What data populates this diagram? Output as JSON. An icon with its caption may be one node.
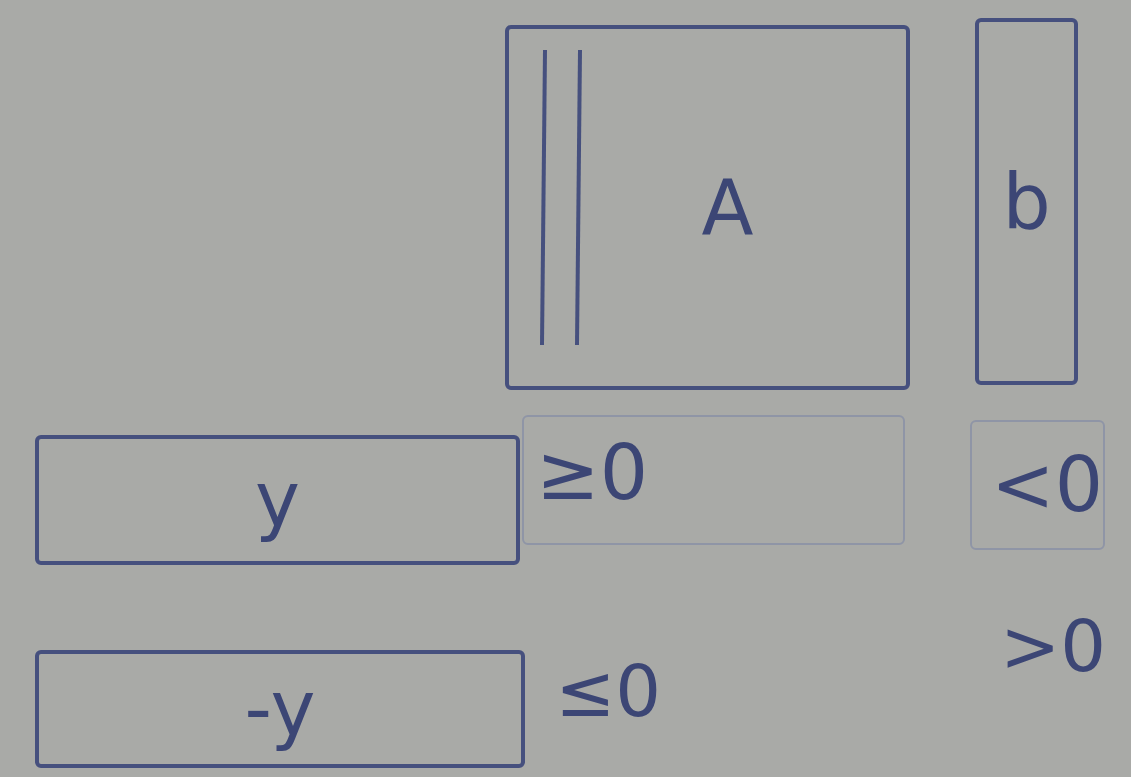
{
  "diagram": {
    "nodes": [
      {
        "text": [
          "A"
        ]
      },
      {
        "text": [
          "b"
        ]
      },
      {
        "text": [
          "y"
        ]
      },
      {
        "text": [
          "≥0"
        ]
      },
      {
        "text": [
          "<0"
        ]
      },
      {
        "text": [
          "-y"
        ]
      }
    ],
    "labels": [
      "≤0",
      ">0"
    ]
  }
}
